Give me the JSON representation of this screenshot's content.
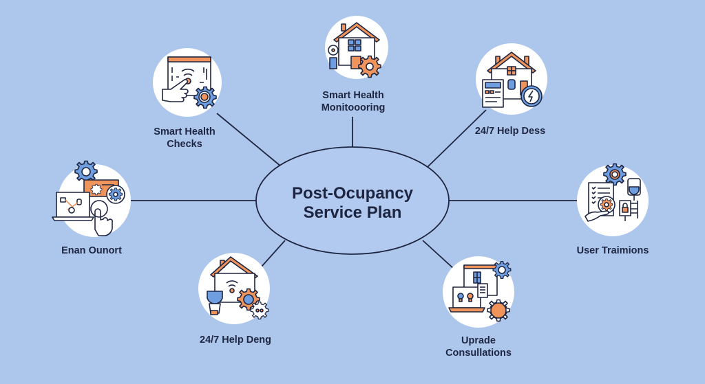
{
  "diagram": {
    "type": "hub-and-spoke mind map",
    "center": {
      "title_line1": "Post-Ocupancy",
      "title_line2": "Service Plan"
    },
    "nodes": [
      {
        "id": "smart-health-monitoring",
        "line1": "Smart Health",
        "line2": "Monitoooring",
        "icon": "house-gear-icon"
      },
      {
        "id": "help-desk-top-right",
        "line1": "24/7 Help Dess",
        "line2": "",
        "icon": "house-calculator-icon"
      },
      {
        "id": "user-training",
        "line1": "User Traimions",
        "line2": "",
        "icon": "checklist-gear-hand-icon"
      },
      {
        "id": "upgrade-consultations",
        "line1": "Uprade",
        "line2": "Consullations",
        "icon": "laptop-document-gear-icon"
      },
      {
        "id": "help-desk-bottom-left",
        "line1": "24/7 Help Deng",
        "line2": "",
        "icon": "house-wifi-gear-icon"
      },
      {
        "id": "energy-support",
        "line1": "Enan Ounort",
        "line2": "",
        "icon": "laptop-gear-touch-icon"
      },
      {
        "id": "smart-health-checks",
        "line1": "Smart Health",
        "line2": "Checks",
        "icon": "browser-touch-gear-icon"
      }
    ],
    "colors": {
      "background": "#adc6ec",
      "node_fill": "#ffffff",
      "center_fill": "#b2caef",
      "line": "#1e2540",
      "text": "#1e2540",
      "accent_orange": "#f0945c",
      "accent_blue": "#6f9ee0"
    }
  }
}
